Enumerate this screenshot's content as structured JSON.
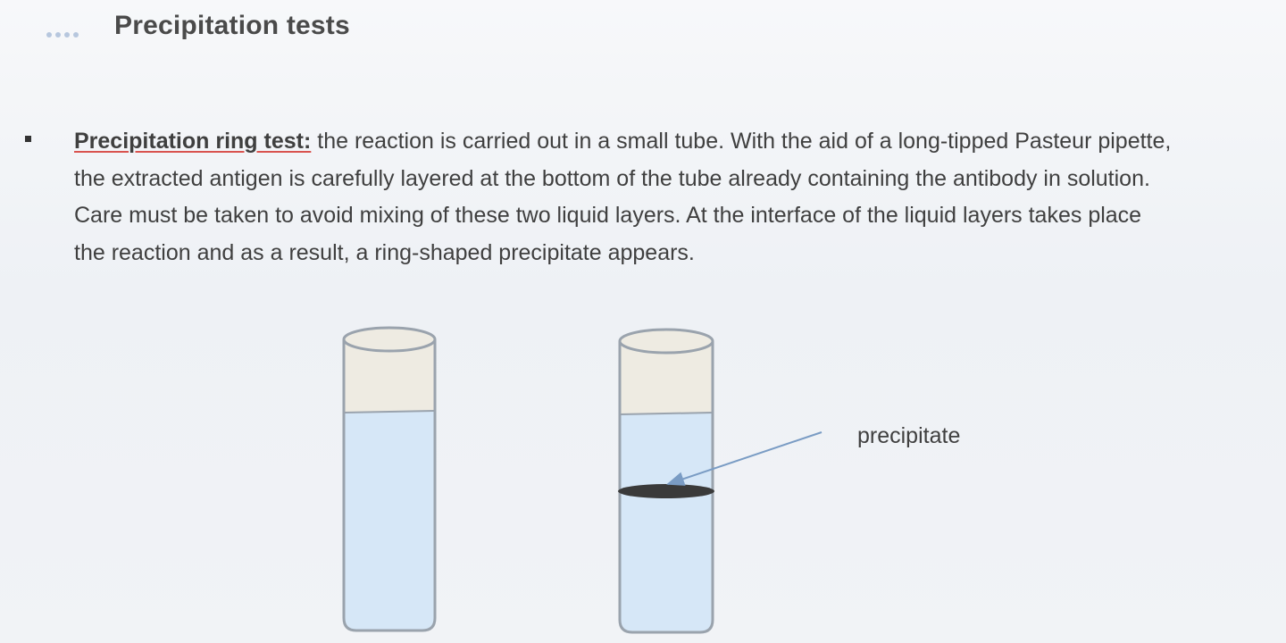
{
  "slide": {
    "title": "Precipitation tests",
    "bullet": {
      "term": "Precipitation ring test:",
      "lines": [
        " the reaction is carried out in a small tube. With the aid of a long-tipped Pasteur pipette,",
        "the extracted antigen is carefully layered at the bottom of the tube already containing the antibody in solution.",
        "Care must be taken to avoid mixing of these two liquid layers. At the interface of the liquid layers takes place",
        "the reaction and as a result, a ring-shaped precipitate appears."
      ]
    },
    "diagram": {
      "label": "precipitate",
      "colors": {
        "upper_layer": "#eeebe2",
        "lower_layer": "#d6e7f7",
        "tube_outline": "#9aa3ad",
        "precipitate_band": "#3a3a3a",
        "arrow": "#7a9cc4"
      }
    }
  }
}
